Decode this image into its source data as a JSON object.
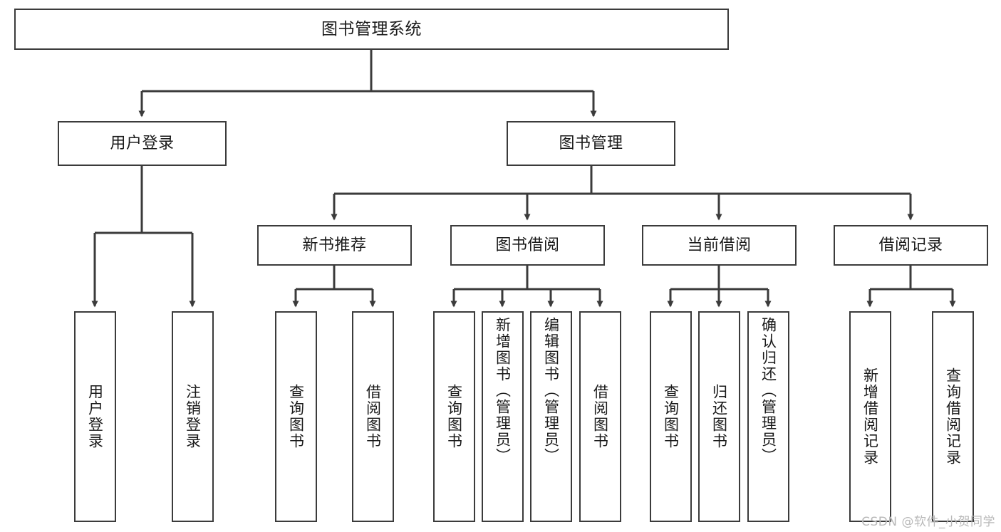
{
  "diagram": {
    "type": "tree",
    "orientation": "top-down",
    "title": "图书管理系统",
    "colors": {
      "box_border": "#3b3b3b",
      "box_fill": "#ffffff",
      "connector": "#3b3b3b",
      "text": "#1a1a1a",
      "watermark": "#b9b9b9",
      "background": "#ffffff"
    },
    "root": {
      "id": "root",
      "label": "图书管理系统"
    },
    "level1": [
      {
        "id": "user-login",
        "label": "用户登录"
      },
      {
        "id": "book-manage",
        "label": "图书管理"
      }
    ],
    "level2": [
      {
        "id": "new-book-rec",
        "label": "新书推荐",
        "parent": "book-manage"
      },
      {
        "id": "book-borrow",
        "label": "图书借阅",
        "parent": "book-manage"
      },
      {
        "id": "current-borrow",
        "label": "当前借阅",
        "parent": "book-manage"
      },
      {
        "id": "borrow-record",
        "label": "借阅记录",
        "parent": "book-manage"
      }
    ],
    "leaves": [
      {
        "id": "leaf-user-login",
        "label": "用户登录",
        "parent": "user-login"
      },
      {
        "id": "leaf-logout",
        "label": "注销登录",
        "parent": "user-login"
      },
      {
        "id": "leaf-rec-query",
        "label": "查询图书",
        "parent": "new-book-rec"
      },
      {
        "id": "leaf-rec-borrow",
        "label": "借阅图书",
        "parent": "new-book-rec"
      },
      {
        "id": "leaf-bb-query",
        "label": "查询图书",
        "parent": "book-borrow"
      },
      {
        "id": "leaf-bb-add",
        "label": "新增图书（管理员）",
        "parent": "book-borrow"
      },
      {
        "id": "leaf-bb-edit",
        "label": "编辑图书（管理员）",
        "parent": "book-borrow"
      },
      {
        "id": "leaf-bb-borrow",
        "label": "借阅图书",
        "parent": "book-borrow"
      },
      {
        "id": "leaf-cb-query",
        "label": "查询图书",
        "parent": "current-borrow"
      },
      {
        "id": "leaf-cb-return",
        "label": "归还图书",
        "parent": "current-borrow"
      },
      {
        "id": "leaf-cb-confirm",
        "label": "确认归还（管理员）",
        "parent": "current-borrow"
      },
      {
        "id": "leaf-br-add",
        "label": "新增借阅记录",
        "parent": "borrow-record"
      },
      {
        "id": "leaf-br-query",
        "label": "查询借阅记录",
        "parent": "borrow-record"
      }
    ]
  },
  "watermark": {
    "text": "CSDN @软件_小贺同学"
  }
}
